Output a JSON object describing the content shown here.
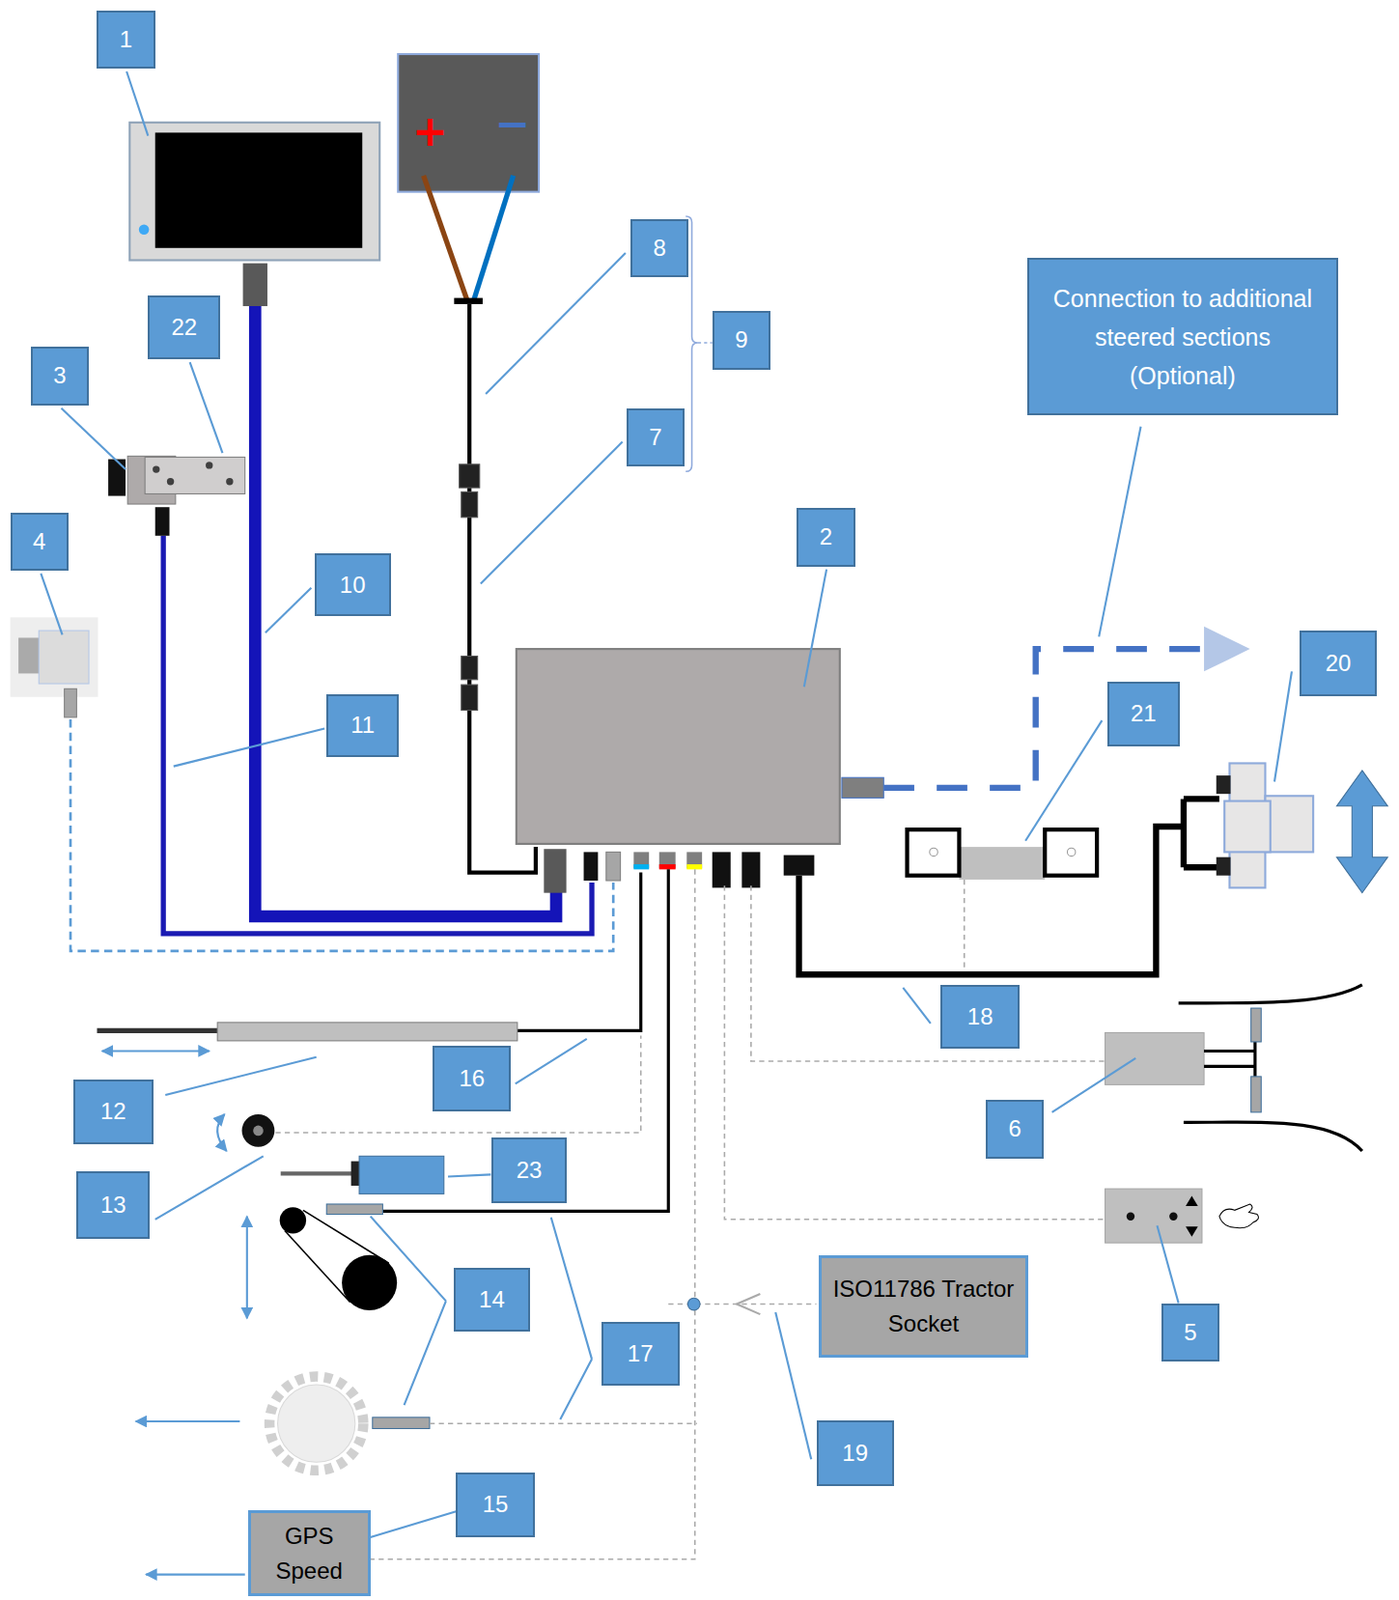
{
  "diagram": {
    "nodes": [
      {
        "text": [
          "1"
        ]
      },
      {
        "text": [
          "Connection to additional steered sections (Optional)"
        ]
      },
      {
        "text": [
          "8"
        ]
      },
      {
        "text": [
          "22"
        ]
      },
      {
        "text": [
          "9"
        ]
      },
      {
        "text": [
          "3"
        ]
      },
      {
        "text": [
          "7"
        ]
      },
      {
        "text": [
          "2"
        ]
      },
      {
        "text": [
          "4"
        ]
      },
      {
        "text": [
          "10"
        ]
      },
      {
        "text": [
          "20"
        ]
      },
      {
        "text": [
          "21"
        ]
      },
      {
        "text": [
          "11"
        ]
      },
      {
        "text": [
          "18"
        ]
      },
      {
        "text": [
          "16"
        ]
      },
      {
        "text": [
          "12"
        ]
      },
      {
        "text": [
          "6"
        ]
      },
      {
        "text": [
          "23"
        ]
      },
      {
        "text": [
          "13"
        ]
      },
      {
        "text": [
          "ISO11786 Tractor Socket"
        ]
      },
      {
        "text": [
          "14"
        ]
      },
      {
        "text": [
          "5"
        ]
      },
      {
        "text": [
          "17"
        ]
      },
      {
        "text": [
          "19"
        ]
      },
      {
        "text": [
          "15"
        ]
      },
      {
        "text": [
          "GPS Speed"
        ]
      }
    ],
    "edges": [
      {
        "from": 24,
        "to": 25,
        "arrow": "none"
      }
    ],
    "labels": [
      "+",
      "−"
    ]
  }
}
